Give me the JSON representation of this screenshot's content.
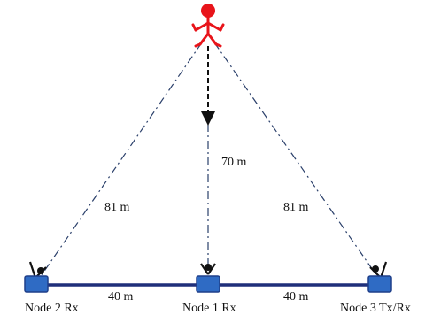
{
  "colors": {
    "person": "#e8141a",
    "node_fill": "#2f6bc4",
    "node_stroke": "#1f3f8a",
    "baseline": "#1f2f7a",
    "ray": "#2a3f6a",
    "arrow": "#111111"
  },
  "icons": {
    "person": "person-figure-icon",
    "node": "antenna-node-icon"
  },
  "distances": {
    "left_diagonal": "81 m",
    "right_diagonal": "81 m",
    "vertical": "70 m",
    "left_baseline": "40 m",
    "right_baseline": "40 m"
  },
  "nodes": [
    {
      "label": "Node 2 Rx"
    },
    {
      "label": "Node 1 Rx"
    },
    {
      "label": "Node 3 Tx/Rx"
    }
  ]
}
